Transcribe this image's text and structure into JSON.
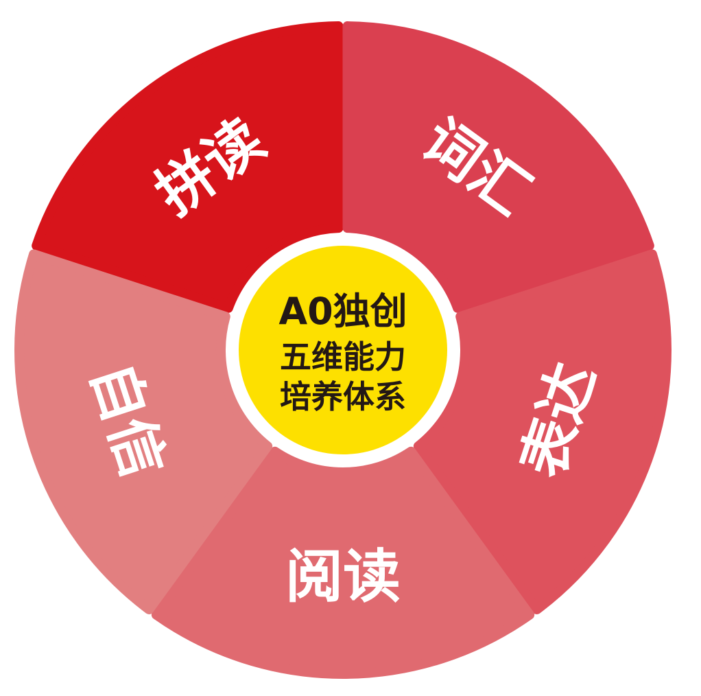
{
  "diagram": {
    "type": "five-segment-wheel",
    "center": {
      "lines": [
        "A0独创",
        "五维能力",
        "培养体系"
      ],
      "color": "#FDE000",
      "text_color": "#231815"
    },
    "segments": [
      {
        "label": "拼读",
        "color": "#D7141B",
        "position": "top-left"
      },
      {
        "label": "词汇",
        "color": "#DA4050",
        "position": "top-right"
      },
      {
        "label": "表达",
        "color": "#DE525D",
        "position": "right"
      },
      {
        "label": "阅读",
        "color": "#E06A70",
        "position": "bottom"
      },
      {
        "label": "自信",
        "color": "#E27F80",
        "position": "left"
      }
    ]
  }
}
